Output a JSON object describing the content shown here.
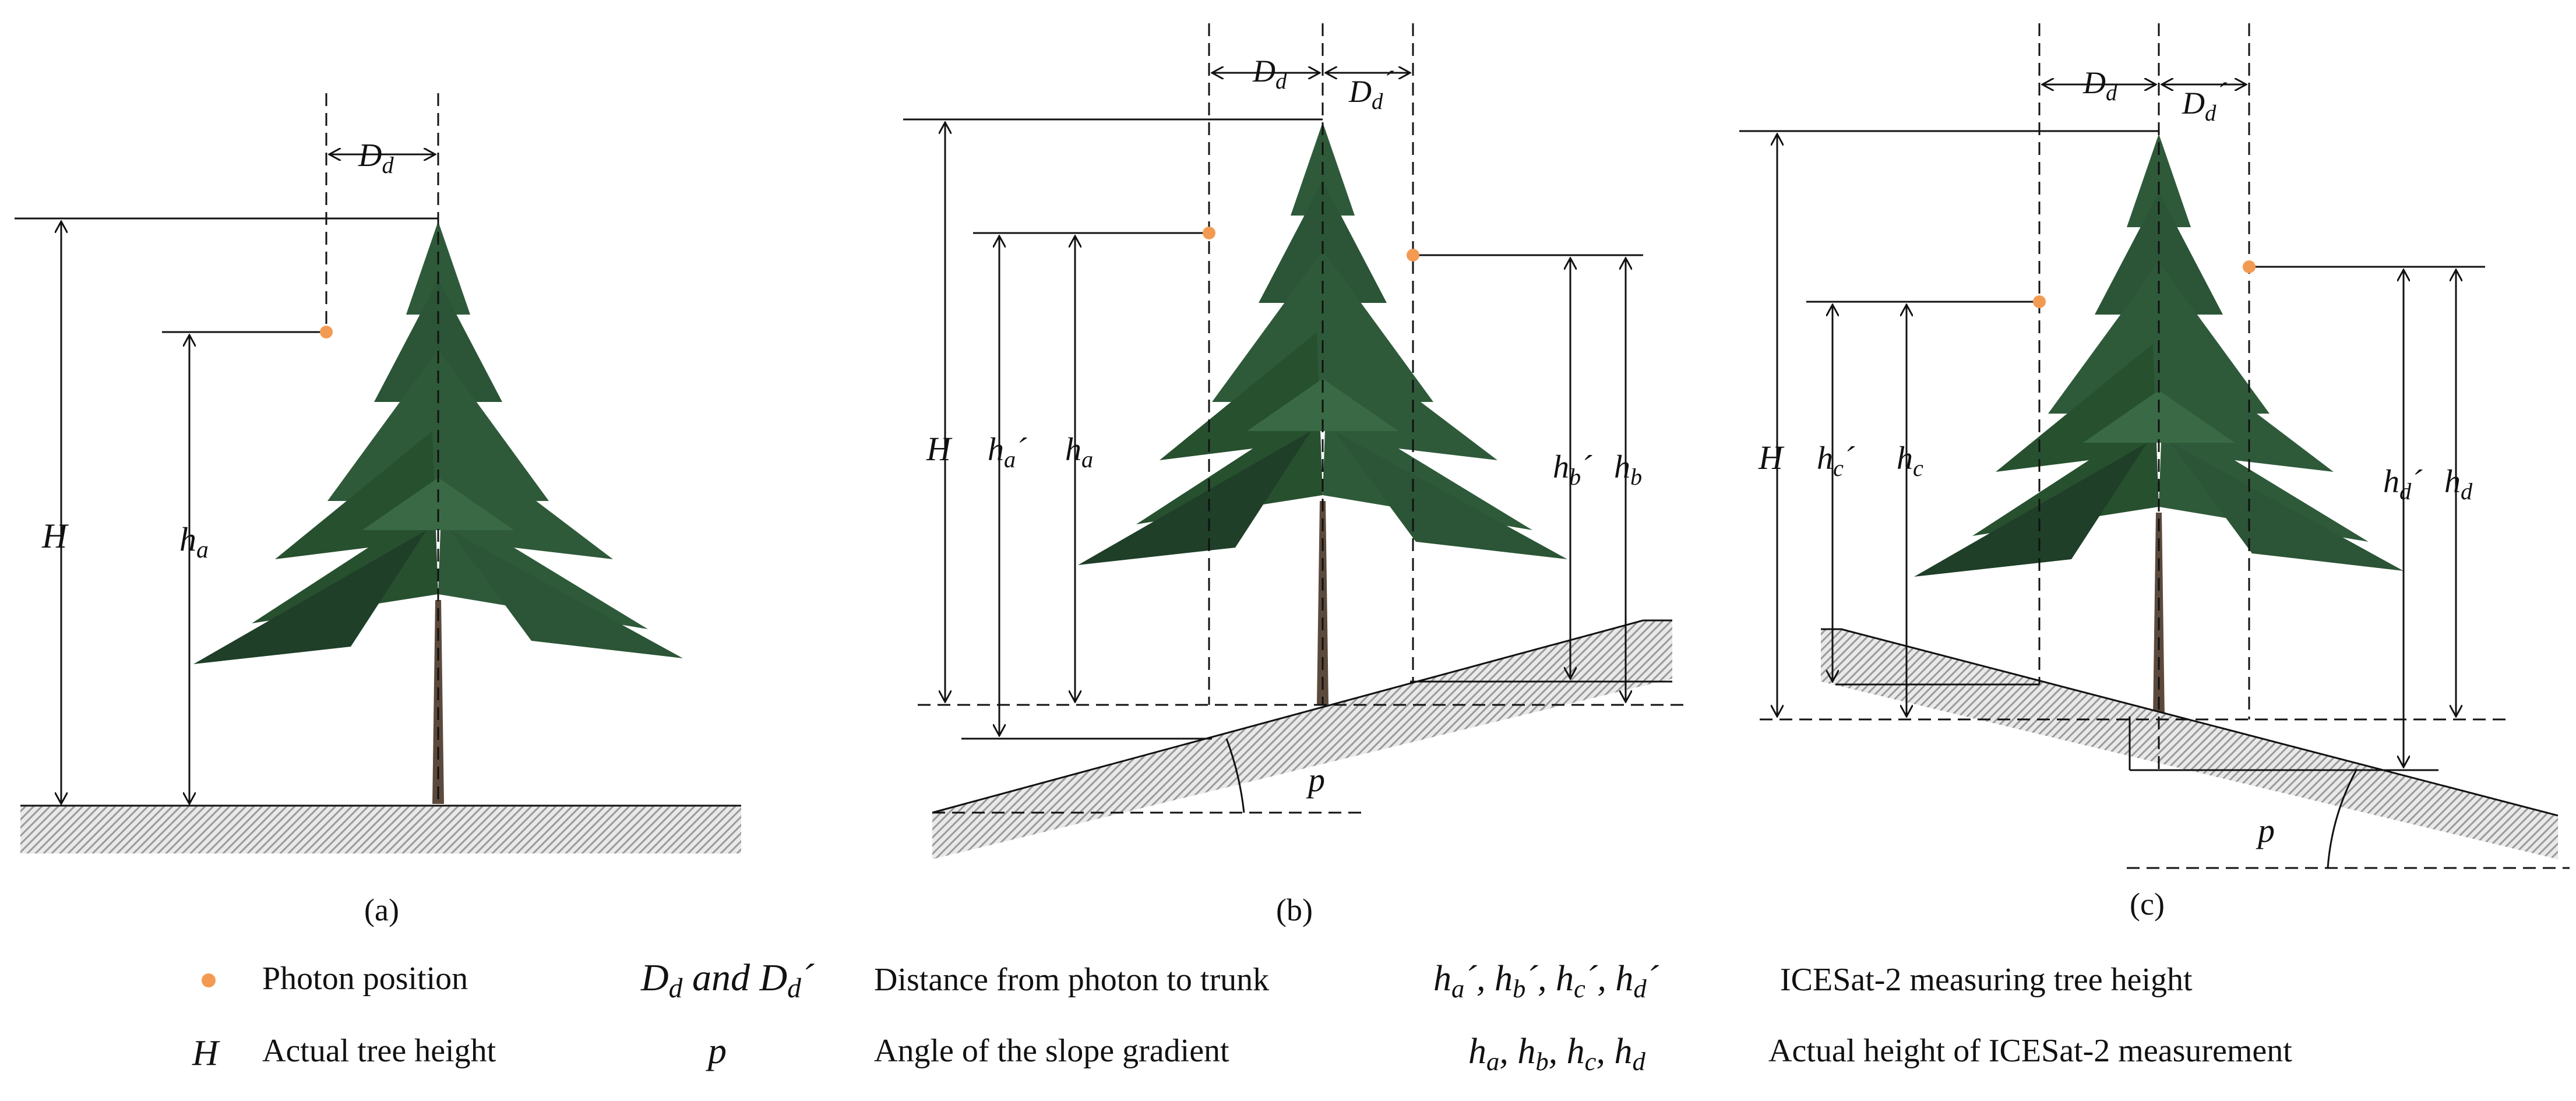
{
  "panels": {
    "a": {
      "caption": "(a)",
      "label_H": "H",
      "label_h": "h",
      "sub_h": "a",
      "label_D": "D",
      "sub_D": "d"
    },
    "b": {
      "caption": "(b)",
      "label_H": "H",
      "label_h1": "h",
      "sub_h1": "a",
      "prime_h1": "´",
      "label_h2": "h",
      "sub_h2": "a",
      "label_h3": "h",
      "sub_h3": "b",
      "prime_h3": "´",
      "label_h4": "h",
      "sub_h4": "b",
      "label_D": "D",
      "sub_D": "d",
      "label_D2": "D",
      "sub_D2": "d",
      "prime_D2": "´",
      "label_p": "p"
    },
    "c": {
      "caption": "(c)",
      "label_H": "H",
      "label_h1": "h",
      "sub_h1": "c",
      "prime_h1": "´",
      "label_h2": "h",
      "sub_h2": "c",
      "label_h3": "h",
      "sub_h3": "d",
      "prime_h3": "´",
      "label_h4": "h",
      "sub_h4": "d",
      "label_D": "D",
      "sub_D": "d",
      "label_D2": "D",
      "sub_D2": "d",
      "prime_D2": "´",
      "label_p": "p"
    }
  },
  "legend": {
    "photon": {
      "text": "Photon position"
    },
    "H": {
      "symbol": "H",
      "text": "Actual tree height"
    },
    "D": {
      "sym1": "D",
      "sub1": "d",
      "and": "and",
      "sym2": "D",
      "sub2": "d",
      "prime": "´",
      "text": "Distance from photon to trunk"
    },
    "p": {
      "symbol": "p",
      "text": "Angle of the slope gradient"
    },
    "hprime": {
      "s1": "h",
      "b1": "a",
      "s2": "h",
      "b2": "b",
      "s3": "h",
      "b3": "c",
      "s4": "h",
      "b4": "d",
      "prime": "´",
      "sep": ",",
      "text": "ICESat-2 measuring tree height"
    },
    "h": {
      "s1": "h",
      "b1": "a",
      "s2": "h",
      "b2": "b",
      "s3": "h",
      "b3": "c",
      "s4": "h",
      "b4": "d",
      "sep": ",",
      "text": "Actual height of ICESat-2 measurement"
    }
  },
  "colors": {
    "photon": "#f39a52",
    "line": "#111111",
    "foliage": "#2f5a3a",
    "foliage_dark": "#1f3f28",
    "trunk": "#5b4a3c"
  }
}
